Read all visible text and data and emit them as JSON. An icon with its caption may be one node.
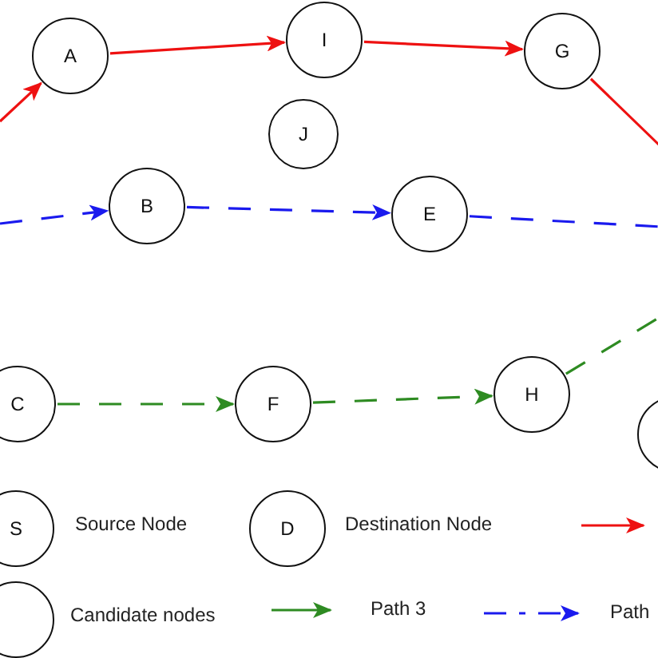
{
  "diagram": {
    "nodes": [
      {
        "text": [
          "A"
        ]
      },
      {
        "text": [
          "I"
        ]
      },
      {
        "text": [
          "G"
        ]
      },
      {
        "text": [
          "J"
        ]
      },
      {
        "text": [
          "B"
        ]
      },
      {
        "text": [
          "E"
        ]
      },
      {
        "text": [
          "H"
        ]
      },
      {
        "text": [
          "C"
        ]
      },
      {
        "text": [
          "F"
        ]
      },
      {
        "text": [],
        "shape": "circle"
      },
      {
        "text": [
          "S"
        ],
        "beside": [
          "Source Node"
        ]
      },
      {
        "text": [
          "D"
        ],
        "beside": [
          "Destination Node"
        ]
      },
      {
        "text": [],
        "shape": "circle",
        "beside": [
          "Candidate nodes"
        ]
      }
    ],
    "edges": [
      {
        "from": null,
        "to": 0,
        "arrow": "to",
        "color": "#ee1111"
      },
      {
        "from": 0,
        "to": 1,
        "arrow": "to",
        "color": "#ee1111"
      },
      {
        "from": 1,
        "to": 2,
        "arrow": "to",
        "color": "#ee1111"
      },
      {
        "from": 2,
        "to": null,
        "arrow": "none",
        "color": "#ee1111"
      },
      {
        "from": null,
        "to": 4,
        "arrow": "to",
        "style": "dashed",
        "color": "#1a1aee"
      },
      {
        "from": 4,
        "to": 5,
        "arrow": "to",
        "style": "dashed",
        "color": "#1a1aee"
      },
      {
        "from": 5,
        "to": null,
        "arrow": "none",
        "style": "dashed",
        "color": "#1a1aee"
      },
      {
        "from": 7,
        "to": 8,
        "arrow": "to",
        "style": "dashed",
        "color": "#2e8b22"
      },
      {
        "from": 8,
        "to": 6,
        "arrow": "to",
        "style": "dashed",
        "color": "#2e8b22"
      },
      {
        "from": 6,
        "to": null,
        "arrow": "none",
        "style": "dashed",
        "color": "#2e8b22"
      }
    ],
    "legend": [
      {
        "text": "Path 3"
      },
      {
        "text": "Path"
      }
    ]
  }
}
